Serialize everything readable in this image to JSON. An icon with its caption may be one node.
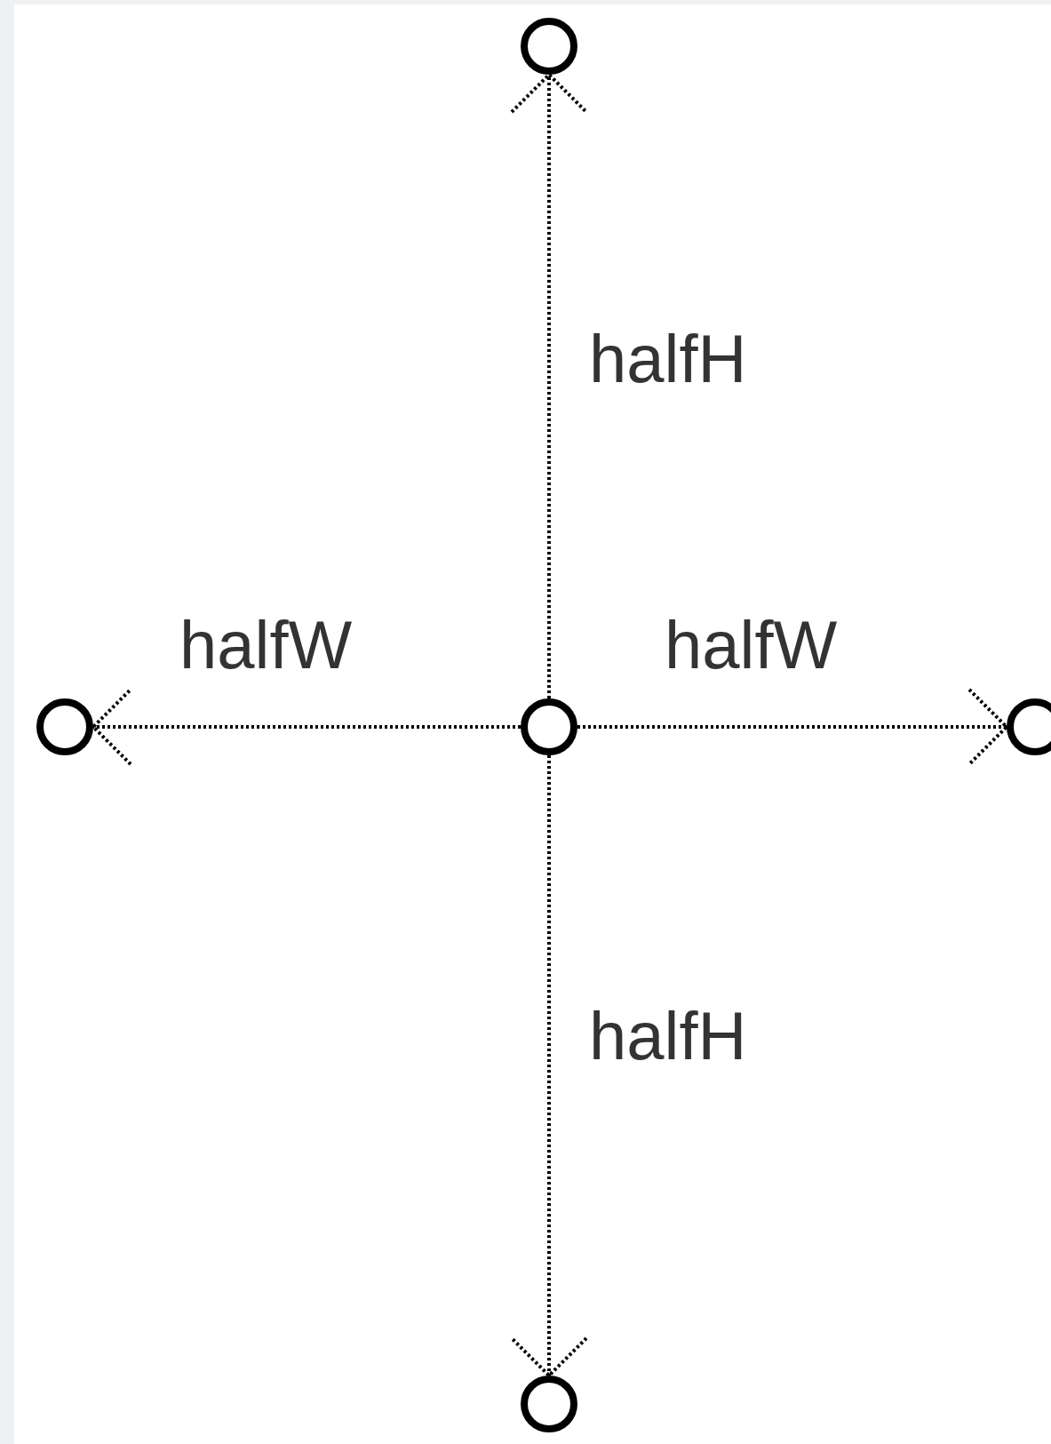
{
  "diagram": {
    "nodes": [
      {
        "text": [],
        "shape": "circle"
      },
      {
        "text": [],
        "shape": "circle"
      },
      {
        "text": [],
        "shape": "circle"
      },
      {
        "text": [],
        "shape": "circle"
      },
      {
        "text": [],
        "shape": "circle"
      }
    ],
    "edges": [
      {
        "from": 2,
        "to": 0,
        "arrow": "to",
        "label": "halfH",
        "style": "dashed"
      },
      {
        "from": 2,
        "to": 1,
        "arrow": "to",
        "label": "halfW",
        "style": "dashed"
      },
      {
        "from": 2,
        "to": 3,
        "arrow": "to",
        "label": "halfW",
        "style": "dashed"
      },
      {
        "from": 2,
        "to": 4,
        "arrow": "to",
        "label": "halfH",
        "style": "dashed"
      }
    ]
  }
}
